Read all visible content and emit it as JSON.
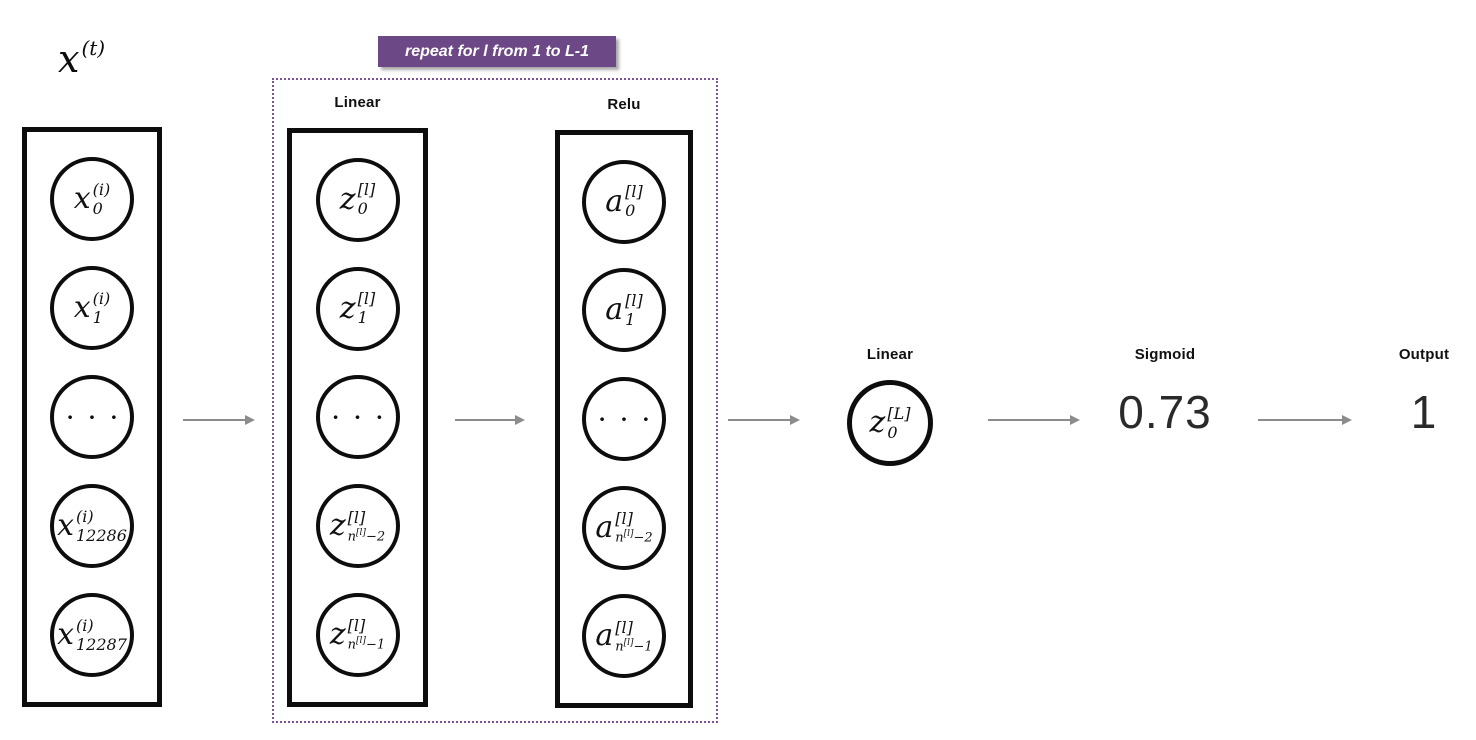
{
  "colors": {
    "banner_bg": "#6c4886",
    "repeat_border": "#7b529e",
    "arrow": "#8c8c8c",
    "ink": "#0d0d0d",
    "value_ink": "#2a2a2a"
  },
  "header_label": {
    "base": "x",
    "sup": "(t)"
  },
  "repeat_banner": "repeat for l from 1 to L-1",
  "ellipsis": "· · ·",
  "stacks": [
    {
      "name": "input",
      "label": "",
      "nodes": [
        {
          "base": "x",
          "sup": "(i)",
          "sub": [
            {
              "t": "0"
            }
          ]
        },
        {
          "base": "x",
          "sup": "(i)",
          "sub": [
            {
              "t": "1"
            }
          ]
        },
        {
          "ellipsis": true
        },
        {
          "base": "x",
          "sup": "(i)",
          "sub": [
            {
              "t": "12286"
            }
          ]
        },
        {
          "base": "x",
          "sup": "(i)",
          "sub": [
            {
              "t": "12287"
            }
          ]
        }
      ]
    },
    {
      "name": "linear",
      "label": "Linear",
      "nodes": [
        {
          "base": "z",
          "sup": "[l]",
          "sub": [
            {
              "t": "0"
            }
          ]
        },
        {
          "base": "z",
          "sup": "[l]",
          "sub": [
            {
              "t": "1"
            }
          ]
        },
        {
          "ellipsis": true
        },
        {
          "base": "z",
          "sup": "[l]",
          "sub": [
            {
              "t": "n"
            },
            {
              "t": "[l]",
              "sup": true
            },
            {
              "t": "−2"
            }
          ]
        },
        {
          "base": "z",
          "sup": "[l]",
          "sub": [
            {
              "t": "n"
            },
            {
              "t": "[l]",
              "sup": true
            },
            {
              "t": "−1"
            }
          ]
        }
      ]
    },
    {
      "name": "relu",
      "label": "Relu",
      "nodes": [
        {
          "base": "a",
          "sup": "[l]",
          "sub": [
            {
              "t": "0"
            }
          ]
        },
        {
          "base": "a",
          "sup": "[l]",
          "sub": [
            {
              "t": "1"
            }
          ]
        },
        {
          "ellipsis": true
        },
        {
          "base": "a",
          "sup": "[l]",
          "sub": [
            {
              "t": "n"
            },
            {
              "t": "[l]",
              "sup": true
            },
            {
              "t": "−2"
            }
          ]
        },
        {
          "base": "a",
          "sup": "[l]",
          "sub": [
            {
              "t": "n"
            },
            {
              "t": "[l]",
              "sup": true
            },
            {
              "t": "−1"
            }
          ]
        }
      ]
    }
  ],
  "final_linear": {
    "label": "Linear",
    "node": {
      "base": "z",
      "sup": "[L]",
      "sub": [
        {
          "t": "0"
        }
      ]
    }
  },
  "sigmoid": {
    "label": "Sigmoid",
    "value": "0.73"
  },
  "output": {
    "label": "Output",
    "value": "1"
  }
}
